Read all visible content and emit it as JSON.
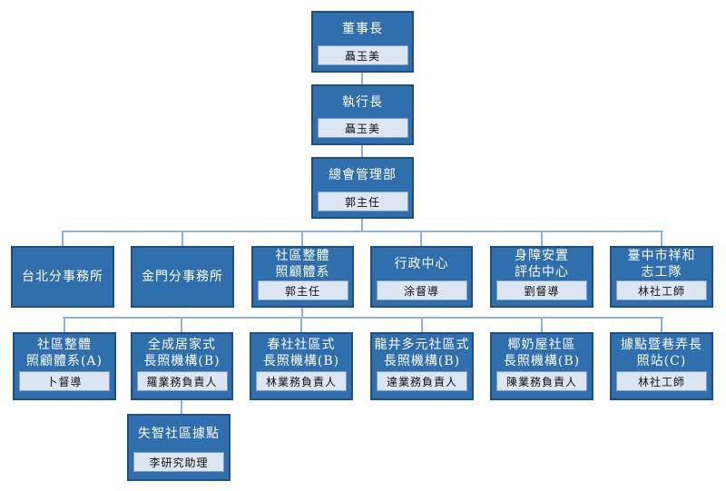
{
  "colors": {
    "box_fill": "#2f6fad",
    "box_border": "#1f4f80",
    "inner_fill": "#dce6f2",
    "inner_border": "#7f9fc8",
    "connector": "#8db3da",
    "title_text": "#ffffff",
    "name_text": "#111111"
  },
  "nodes": {
    "chairman": {
      "title": [
        "董事長"
      ],
      "name": "聶玉美"
    },
    "ceo": {
      "title": [
        "執行長"
      ],
      "name": "聶玉美"
    },
    "hq": {
      "title": [
        "總會管理部"
      ],
      "name": "郭主任"
    },
    "taipei": {
      "title": [
        "台北分事務所"
      ]
    },
    "kinmen": {
      "title": [
        "金門分事務所"
      ]
    },
    "community_care": {
      "title": [
        "社區整體",
        "照顧體系"
      ],
      "name": "郭主任"
    },
    "admin": {
      "title": [
        "行政中心"
      ],
      "name": "涂督導"
    },
    "disability": {
      "title": [
        "身障安置",
        "評估中心"
      ],
      "name": "劉督導"
    },
    "volunteer": {
      "title": [
        "臺中市祥和",
        "志工隊"
      ],
      "name": "林社工師"
    },
    "care_a": {
      "title": [
        "社區整體",
        "照顧體系(A)"
      ],
      "name": "卜督導"
    },
    "quancheng": {
      "title": [
        "全成居家式",
        "長照機構(B)"
      ],
      "name": "羅業務負責人"
    },
    "chunshe": {
      "title": [
        "春社社區式",
        "長照機構(B)"
      ],
      "name": "林業務負責人"
    },
    "longjing": {
      "title": [
        "龍井多元社區式",
        "長照機構(B)"
      ],
      "name": "達業務負責人"
    },
    "yenaiwu": {
      "title": [
        "椰奶屋社區",
        "長照機構(B)"
      ],
      "name": "陳業務負責人"
    },
    "station_c": {
      "title": [
        "據點暨巷弄長",
        "照站(C)"
      ],
      "name": "林社工師"
    },
    "dementia": {
      "title": [
        "失智社區據點"
      ],
      "name": "李研究助理"
    }
  }
}
